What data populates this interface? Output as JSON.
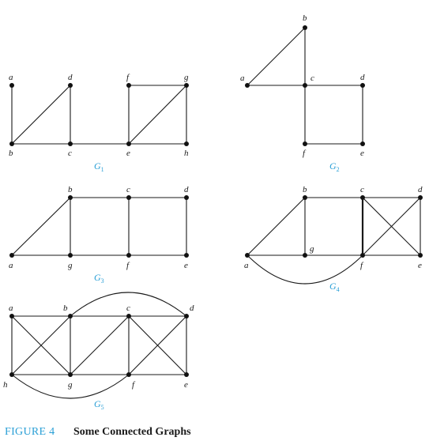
{
  "caption": {
    "figure": "FIGURE 4",
    "text": "Some Connected Graphs"
  },
  "graphs": [
    {
      "name": "G",
      "sub": "1",
      "vertices": [
        {
          "id": "a",
          "label": "a"
        },
        {
          "id": "d",
          "label": "d"
        },
        {
          "id": "b",
          "label": "b"
        },
        {
          "id": "c",
          "label": "c"
        },
        {
          "id": "f",
          "label": "f"
        },
        {
          "id": "g",
          "label": "g"
        },
        {
          "id": "e",
          "label": "e"
        },
        {
          "id": "h",
          "label": "h"
        }
      ],
      "edges": [
        [
          "a",
          "b"
        ],
        [
          "b",
          "d"
        ],
        [
          "d",
          "c"
        ],
        [
          "b",
          "c"
        ],
        [
          "c",
          "e"
        ],
        [
          "f",
          "g"
        ],
        [
          "f",
          "e"
        ],
        [
          "g",
          "h"
        ],
        [
          "e",
          "h"
        ],
        [
          "e",
          "g"
        ]
      ]
    },
    {
      "name": "G",
      "sub": "2",
      "vertices": [
        {
          "id": "b",
          "label": "b"
        },
        {
          "id": "a",
          "label": "a"
        },
        {
          "id": "c",
          "label": "c"
        },
        {
          "id": "d",
          "label": "d"
        },
        {
          "id": "f",
          "label": "f"
        },
        {
          "id": "e",
          "label": "e"
        }
      ],
      "edges": [
        [
          "a",
          "b"
        ],
        [
          "b",
          "c"
        ],
        [
          "a",
          "c"
        ],
        [
          "c",
          "d"
        ],
        [
          "c",
          "f"
        ],
        [
          "d",
          "e"
        ],
        [
          "f",
          "e"
        ]
      ]
    },
    {
      "name": "G",
      "sub": "3",
      "vertices": [
        {
          "id": "b",
          "label": "b"
        },
        {
          "id": "c",
          "label": "c"
        },
        {
          "id": "d",
          "label": "d"
        },
        {
          "id": "a",
          "label": "a"
        },
        {
          "id": "g",
          "label": "g"
        },
        {
          "id": "f",
          "label": "f"
        },
        {
          "id": "e",
          "label": "e"
        }
      ],
      "edges": [
        [
          "a",
          "b"
        ],
        [
          "a",
          "g"
        ],
        [
          "b",
          "c"
        ],
        [
          "c",
          "d"
        ],
        [
          "b",
          "g"
        ],
        [
          "c",
          "f"
        ],
        [
          "d",
          "e"
        ],
        [
          "g",
          "f"
        ],
        [
          "f",
          "e"
        ]
      ]
    },
    {
      "name": "G",
      "sub": "4",
      "vertices": [
        {
          "id": "b",
          "label": "b"
        },
        {
          "id": "c",
          "label": "c"
        },
        {
          "id": "d",
          "label": "d"
        },
        {
          "id": "a",
          "label": "a"
        },
        {
          "id": "g",
          "label": "g"
        },
        {
          "id": "f",
          "label": "f"
        },
        {
          "id": "e",
          "label": "e"
        }
      ],
      "edges": [
        [
          "a",
          "b"
        ],
        [
          "b",
          "c"
        ],
        [
          "c",
          "d"
        ],
        [
          "b",
          "g"
        ],
        [
          "a",
          "g"
        ],
        [
          "g",
          "f"
        ],
        [
          "c",
          "f"
        ],
        [
          "d",
          "e"
        ],
        [
          "f",
          "e"
        ],
        [
          "c",
          "e"
        ],
        [
          "d",
          "f"
        ],
        [
          "a",
          "f"
        ]
      ]
    },
    {
      "name": "G",
      "sub": "5",
      "vertices": [
        {
          "id": "a",
          "label": "a"
        },
        {
          "id": "b",
          "label": "b"
        },
        {
          "id": "c",
          "label": "c"
        },
        {
          "id": "d",
          "label": "d"
        },
        {
          "id": "h",
          "label": "h"
        },
        {
          "id": "g",
          "label": "g"
        },
        {
          "id": "f",
          "label": "f"
        },
        {
          "id": "e",
          "label": "e"
        }
      ],
      "edges": [
        [
          "a",
          "b"
        ],
        [
          "b",
          "c"
        ],
        [
          "c",
          "d"
        ],
        [
          "a",
          "h"
        ],
        [
          "b",
          "g"
        ],
        [
          "c",
          "f"
        ],
        [
          "d",
          "e"
        ],
        [
          "h",
          "g"
        ],
        [
          "g",
          "f"
        ],
        [
          "f",
          "e"
        ],
        [
          "a",
          "g"
        ],
        [
          "b",
          "h"
        ],
        [
          "g",
          "c"
        ],
        [
          "c",
          "e"
        ],
        [
          "d",
          "f"
        ],
        [
          "b",
          "d"
        ],
        [
          "h",
          "f"
        ]
      ]
    }
  ],
  "colors": {
    "accent": "#2a9fd6",
    "ink": "#1a1a1a"
  }
}
